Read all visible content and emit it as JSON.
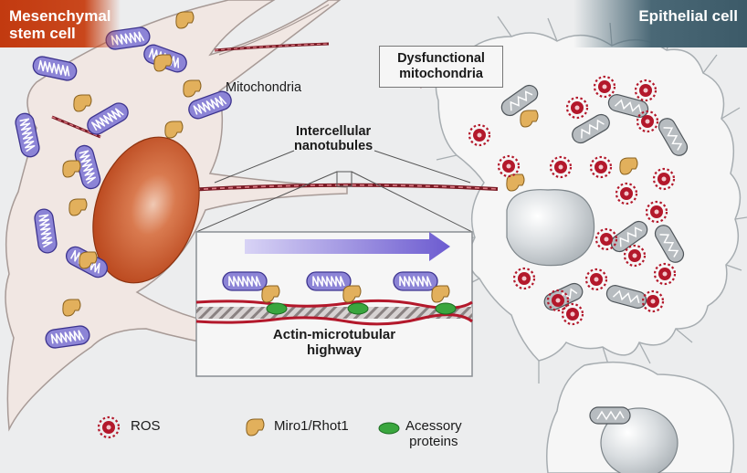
{
  "labels": {
    "mesenchymal_line1": "Mesenchymal",
    "mesenchymal_line2": "stem cell",
    "epithelial": "Epithelial cell",
    "dysfunctional_line1": "Dysfunctional",
    "dysfunctional_line2": "mitochondria",
    "mitochondria": "Mitochondria",
    "nanotubules_line1": "Intercellular",
    "nanotubules_line2": "nanotubules",
    "highway_line1": "Actin-microtubular",
    "highway_line2": "highway"
  },
  "legend": {
    "ros": "ROS",
    "miro": "Miro1/Rhot1",
    "accessory_line1": "Acessory",
    "accessory_line2": "proteins"
  },
  "colors": {
    "orange_tag": "#c9471c",
    "teal_tag": "#4a6876",
    "nucleus": "#c4501f",
    "mito_fill": "#8c84d6",
    "ros": "#b3182b",
    "miro": "#e2b05c",
    "accessory": "#3aa63e",
    "arrow": "#7a6ad8"
  }
}
